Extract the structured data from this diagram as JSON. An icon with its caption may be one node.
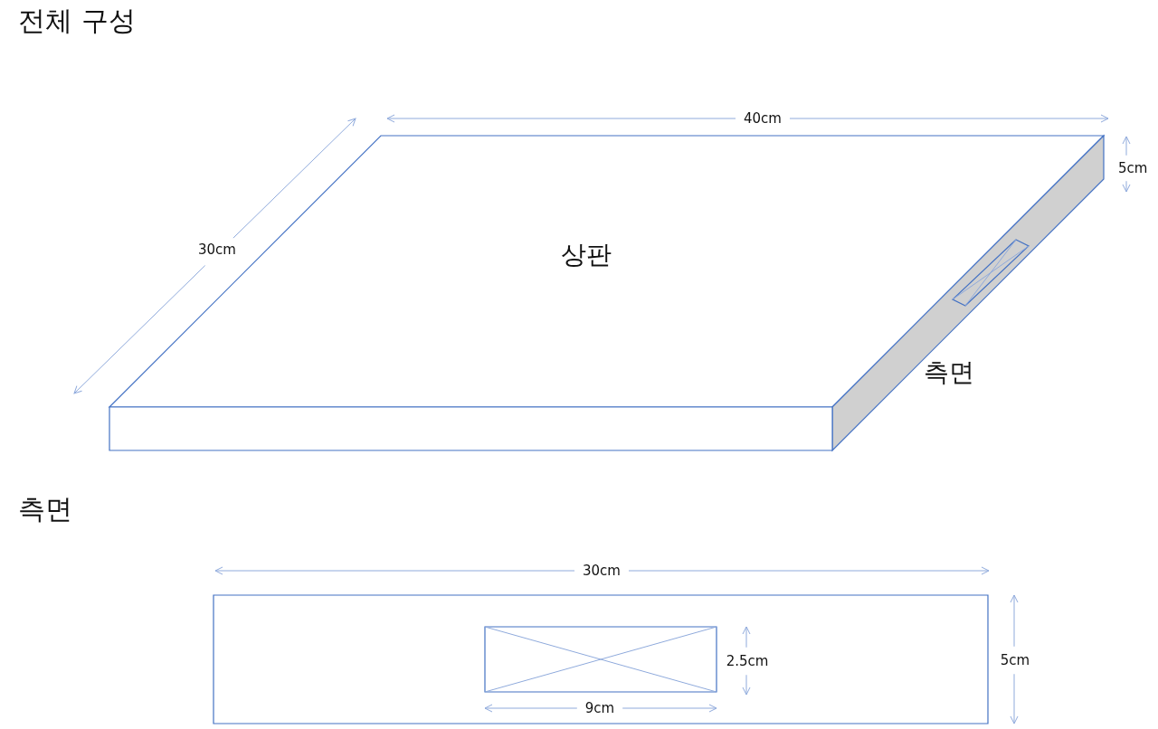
{
  "diagram": {
    "title": "전체 구성",
    "nodes": [
      {
        "text": [
          "상판"
        ]
      },
      {
        "text": [
          "측면"
        ]
      },
      {
        "text": [],
        "shape": "box"
      },
      {
        "text": [],
        "shape": "box",
        "in": 1
      },
      {
        "text": [],
        "shape": "box"
      },
      {
        "text": [],
        "shape": "box",
        "in": 4
      }
    ],
    "labels": [
      "40cm",
      "30cm",
      "5cm",
      "측면",
      "30cm",
      "2.5cm",
      "9cm",
      "5cm"
    ]
  }
}
